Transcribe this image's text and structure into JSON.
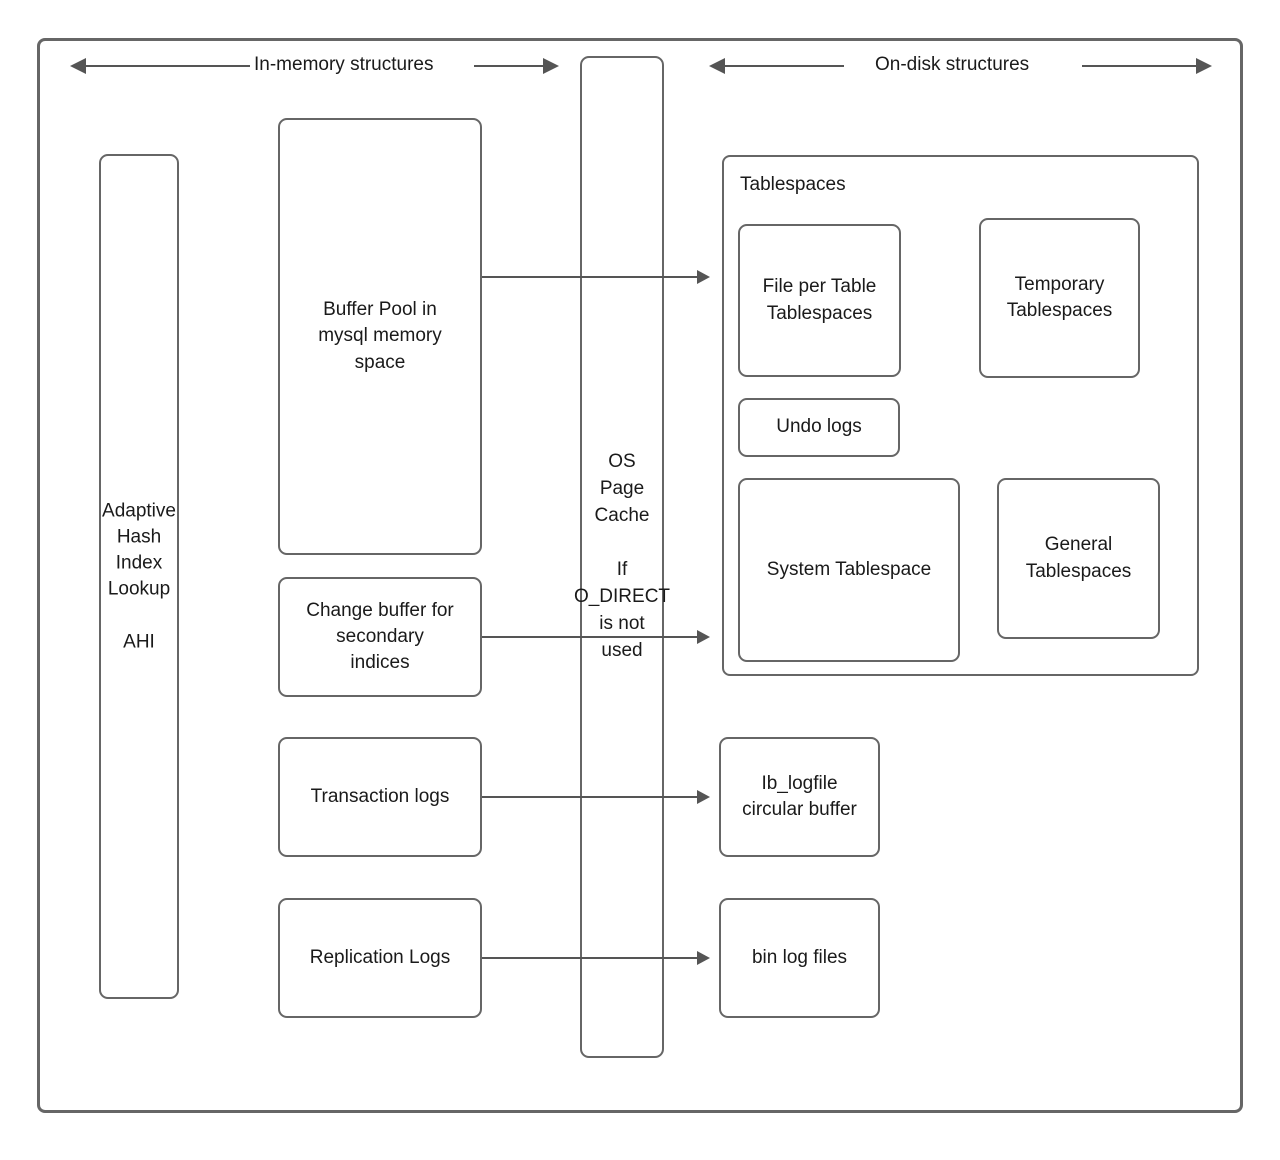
{
  "diagram": {
    "title": "MySQL InnoDB in-memory and on-disk structures",
    "stroke_color": "#666666",
    "line_color": "#555555",
    "text_color": "#1a1a1a",
    "background": "#ffffff"
  },
  "headers": {
    "left": "In-memory structures",
    "right": "On-disk structures"
  },
  "in_memory": {
    "ahi": "Adaptive\nHash\nIndex\nLookup\n\nAHI",
    "buffer_pool": "Buffer Pool in\nmysql memory\nspace",
    "change_buffer": "Change buffer for\nsecondary\nindices",
    "transaction_logs": "Transaction logs",
    "replication_logs": "Replication Logs"
  },
  "middle": {
    "os_page_cache": "OS\nPage\nCache\n\nIf\nO_DIRECT\nis not\nused"
  },
  "on_disk": {
    "tablespaces_title": "Tablespaces",
    "file_per_table": "File per Table\nTablespaces",
    "temporary_tablespaces": "Temporary\nTablespaces",
    "undo_logs": "Undo logs",
    "system_tablespace": "System Tablespace",
    "general_tablespaces": "General\nTablespaces",
    "ib_logfile": "Ib_logfile\ncircular buffer",
    "bin_log_files": "bin log files"
  }
}
